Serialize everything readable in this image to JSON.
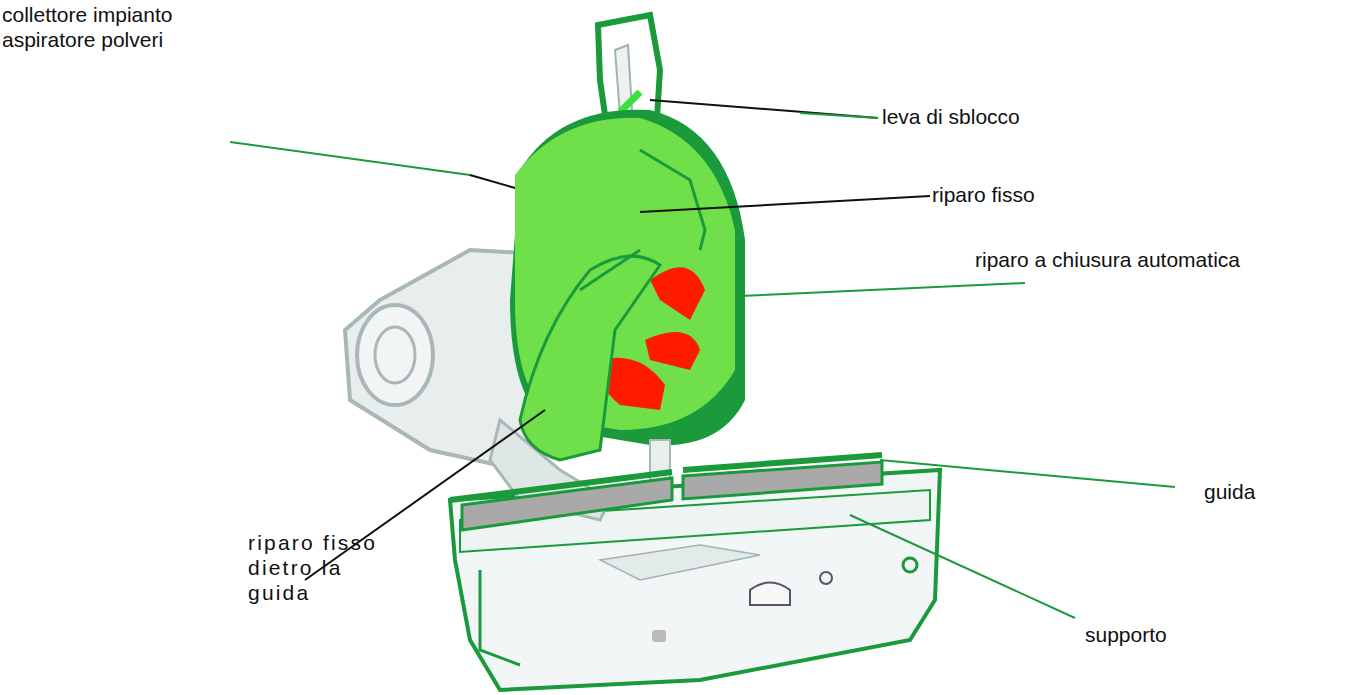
{
  "diagram": {
    "labels": [
      "collettore impianto aspiratore polveri",
      "leva di sblocco",
      "riparo fisso",
      "riparo a chiusura automatica",
      "guida",
      "riparo fisso dietro la guida",
      "supporto"
    ]
  }
}
